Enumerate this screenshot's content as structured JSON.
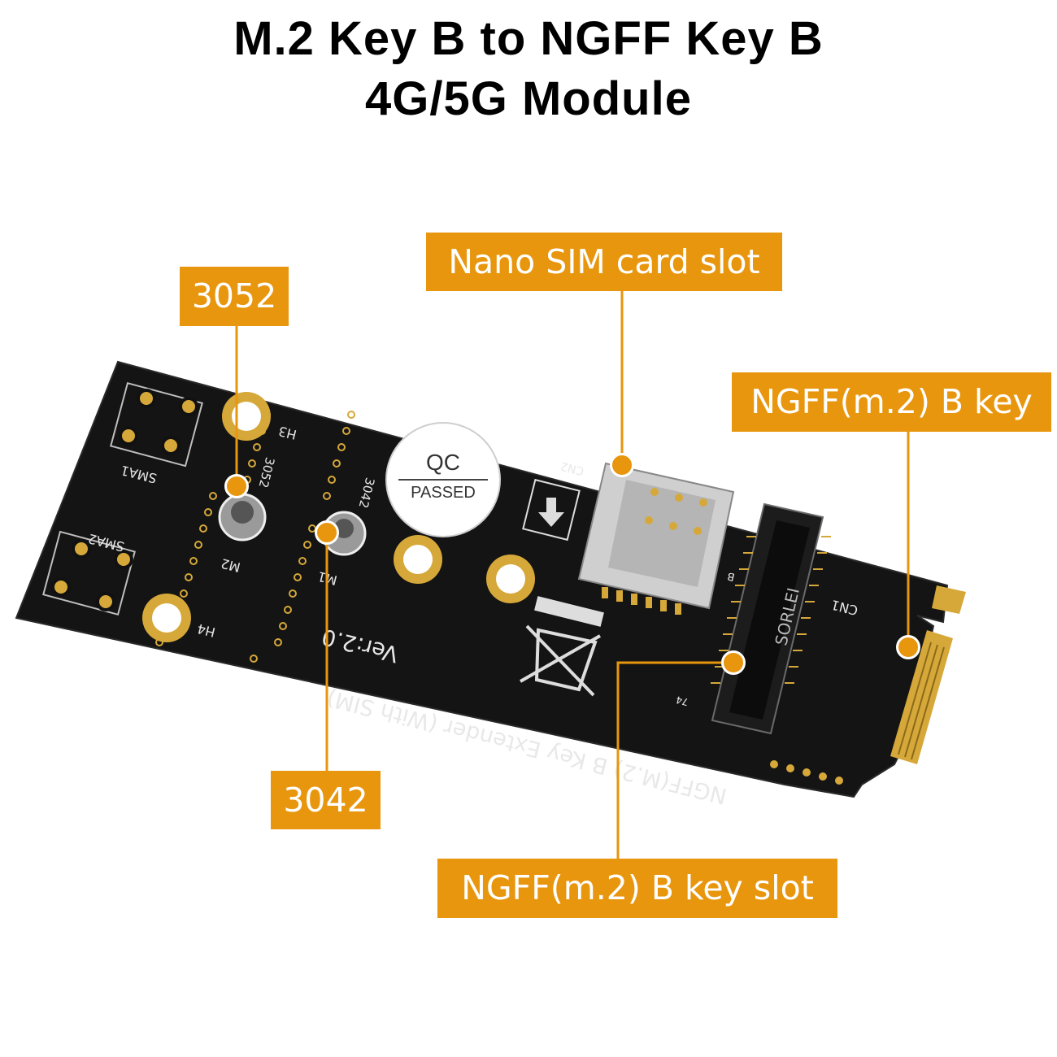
{
  "title": {
    "line1": "M.2 Key B to NGFF Key B",
    "line2": "4G/5G Module"
  },
  "callouts": {
    "c3052": "3052",
    "nano_sim": "Nano SIM card slot",
    "ngff_b_key": "NGFF(m.2) B key",
    "c3042": "3042",
    "ngff_b_key_slot": "NGFF(m.2) B key slot"
  },
  "board": {
    "silkscreen_main": "NGFF(M.2) B Key  Extender (With SIM)",
    "version": "Ver:2.0",
    "qc_top": "QC",
    "qc_bottom": "PASSED",
    "labels": {
      "sma1": "SMA1",
      "sma2": "SMA2",
      "h3": "H3",
      "h4": "H4",
      "m2": "M2",
      "m1": "M1",
      "p3052": "3052",
      "p3042": "3042",
      "cn1": "CN1",
      "cn2": "CN2",
      "connector_brand": "SORLEI",
      "pin74": "74",
      "pinB": "B"
    }
  },
  "colors": {
    "accent": "#e8960e",
    "pcb": "#141414",
    "gold": "#d6a83a"
  }
}
